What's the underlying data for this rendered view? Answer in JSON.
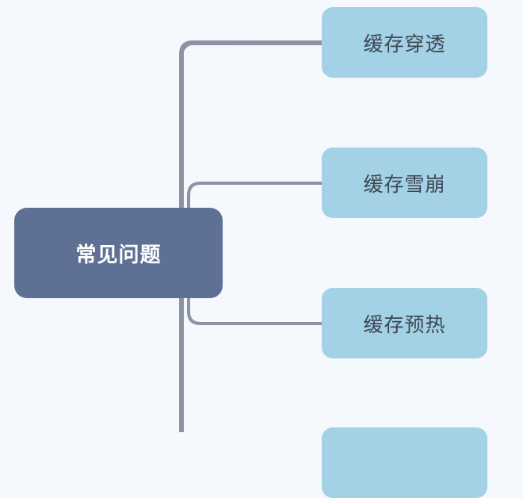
{
  "diagram": {
    "type": "mind-map",
    "background_color": "#f5f8fc",
    "connector_color": "#8b93a5",
    "root": {
      "label": "常见问题",
      "color": "#5e7094",
      "text_color": "#ffffff"
    },
    "children": [
      {
        "label": "缓存穿透",
        "color": "#a3d1e5"
      },
      {
        "label": "缓存雪崩",
        "color": "#a3d1e5"
      },
      {
        "label": "缓存预热",
        "color": "#a3d1e5"
      },
      {
        "label": "",
        "color": "#a3d1e5"
      }
    ]
  }
}
